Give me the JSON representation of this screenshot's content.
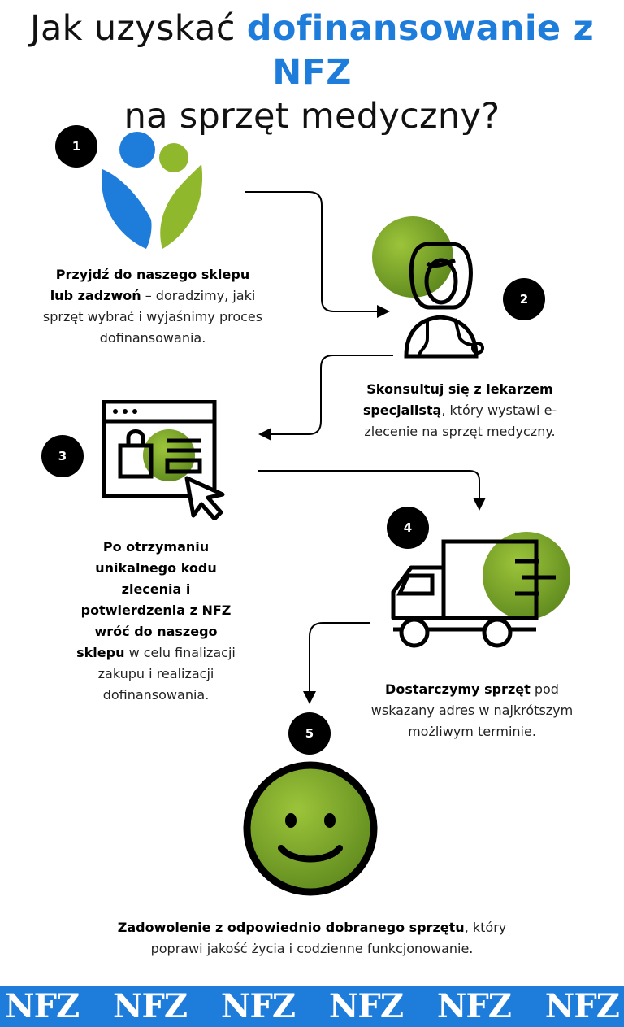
{
  "title": {
    "line1_prefix": "Jak uzyskać ",
    "line1_highlight": "dofinansowanie z NFZ",
    "line2": "na sprzęt medyczny?"
  },
  "steps": [
    {
      "number": "1",
      "bold": "Przyjdź do naszego sklepu lub zadzwoń",
      "text": " – doradzimy, jaki sprzęt wybrać i wyjaśnimy proces dofinansowania."
    },
    {
      "number": "2",
      "bold": "Skonsultuj się z lekarzem specjalistą",
      "text": ", który wystawi e-zlecenie na sprzęt medyczny."
    },
    {
      "number": "3",
      "bold": "Po otrzymaniu unikalnego kodu zlecenia i potwierdzenia z NFZ wróć do naszego sklepu",
      "text": " w celu finalizacji zakupu i realizacji dofinansowania."
    },
    {
      "number": "4",
      "bold": "Dostarczymy sprzęt",
      "text": " pod wskazany adres w najkrótszym możliwym terminie."
    },
    {
      "number": "5",
      "bold": "Zadowolenie z odpowiednio dobranego sprzętu",
      "text": ", który poprawi jakość życia i codzienne funkcjonowanie."
    }
  ],
  "footer": {
    "logo_text": "NFZ",
    "repeat": 6
  },
  "colors": {
    "blue": "#1e7ddb",
    "green": "#8fb82c",
    "dark_green": "#5f8a1e",
    "black": "#000000"
  },
  "icons": [
    "people-logo-icon",
    "doctor-icon",
    "shopping-page-icon",
    "delivery-truck-icon",
    "smiley-face-icon"
  ]
}
